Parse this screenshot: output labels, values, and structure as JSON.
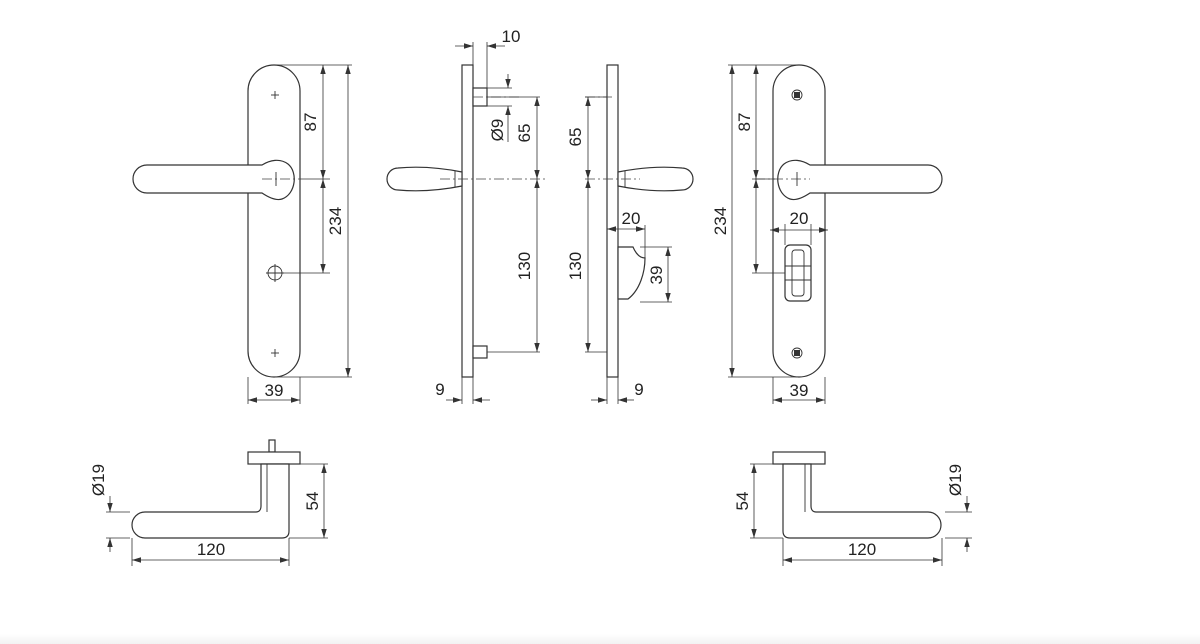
{
  "dimensions": {
    "front_left": {
      "width": "39",
      "top_to_axis": "87",
      "total_height": "234"
    },
    "side_left": {
      "spindle_length": "10",
      "spindle_diameter": "Ø9",
      "top_to_axis": "65",
      "axis_to_screw": "130",
      "plate_thickness": "9"
    },
    "side_right": {
      "top_to_axis": "65",
      "axis_to_screw": "130",
      "turn_width": "20",
      "turn_height": "39",
      "plate_thickness": "9"
    },
    "front_right": {
      "total_height": "234",
      "top_to_axis": "87",
      "turn_width": "20",
      "width": "39"
    },
    "lever_left": {
      "grip_diameter": "Ø19",
      "projection": "54",
      "length": "120"
    },
    "lever_right": {
      "projection": "54",
      "grip_diameter": "Ø19",
      "length": "120"
    }
  }
}
